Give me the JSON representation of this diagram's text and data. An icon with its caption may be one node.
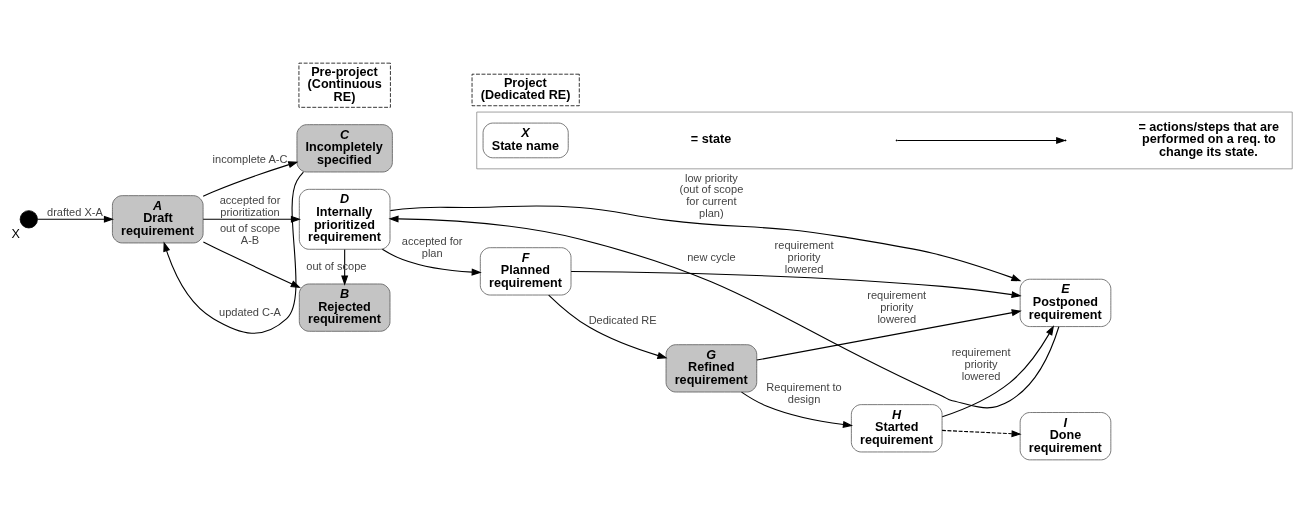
{
  "diagram": {
    "nodes": [
      {
        "text": [
          "Pre-project (Continuous RE)"
        ]
      },
      {
        "text": [
          "Project (Dedicated RE)"
        ]
      },
      {
        "text": [
          "B",
          "Rejected requirement"
        ]
      },
      {
        "text": [],
        "shape": "circle",
        "beside": [
          "X"
        ]
      },
      {
        "text": [
          "A",
          "Draft requirement"
        ]
      },
      {
        "text": [
          "D",
          "Internally prioritized requirement"
        ]
      },
      {
        "text": [
          "F",
          "Planned requirement"
        ]
      },
      {
        "text": [
          "G",
          "Refined requirement"
        ]
      },
      {
        "text": [
          "H",
          "Started requirement"
        ]
      },
      {
        "text": [
          "I",
          "Done requirement"
        ]
      },
      {
        "text": [
          "C",
          "Incompletely specified"
        ]
      },
      {
        "text": [
          "E",
          "Postponed requirement"
        ]
      },
      {
        "text": [],
        "shape": "box"
      },
      {
        "text": [
          "X",
          "State name"
        ],
        "in": 12
      }
    ],
    "edges": [
      {
        "from": 3,
        "to": 4,
        "arrow": "to",
        "label": "drafted X-A"
      },
      {
        "from": 4,
        "to": 2,
        "arrow": "to",
        "label": "out of scope A-B"
      },
      {
        "from": 4,
        "to": 5,
        "arrow": "to",
        "label": "accepted for prioritization"
      },
      {
        "from": 4,
        "to": 10,
        "arrow": "to",
        "label": "incomplete A-C"
      },
      {
        "from": 10,
        "to": 4,
        "arrow": "to",
        "label": "updated C-A"
      },
      {
        "from": 5,
        "to": 2,
        "arrow": "to",
        "label": "out of scope"
      },
      {
        "from": 5,
        "to": 11,
        "arrow": "to",
        "label": "low priority (out of scope for current plan)"
      },
      {
        "from": 11,
        "to": 5,
        "arrow": "to",
        "label": "new cycle"
      },
      {
        "from": 5,
        "to": 6,
        "arrow": "to",
        "label": "accepted for plan"
      },
      {
        "from": 6,
        "to": 7,
        "arrow": "to",
        "label": "Dedicated RE"
      },
      {
        "from": 7,
        "to": 8,
        "arrow": "to",
        "label": "Requirement to design"
      },
      {
        "from": 8,
        "to": 9,
        "arrow": "to",
        "style": "dashed"
      },
      {
        "from": 6,
        "to": 11,
        "arrow": "to",
        "label": "requirement priority lowered"
      },
      {
        "from": 7,
        "to": 11,
        "arrow": "to",
        "label": "requirement priority lowered"
      },
      {
        "from": 8,
        "to": 11,
        "arrow": "to",
        "label": "requirement priority lowered"
      }
    ],
    "legend": [
      {
        "text": "= state"
      },
      {
        "text": "= actions/steps that are performed on a req. to change its state."
      }
    ]
  }
}
